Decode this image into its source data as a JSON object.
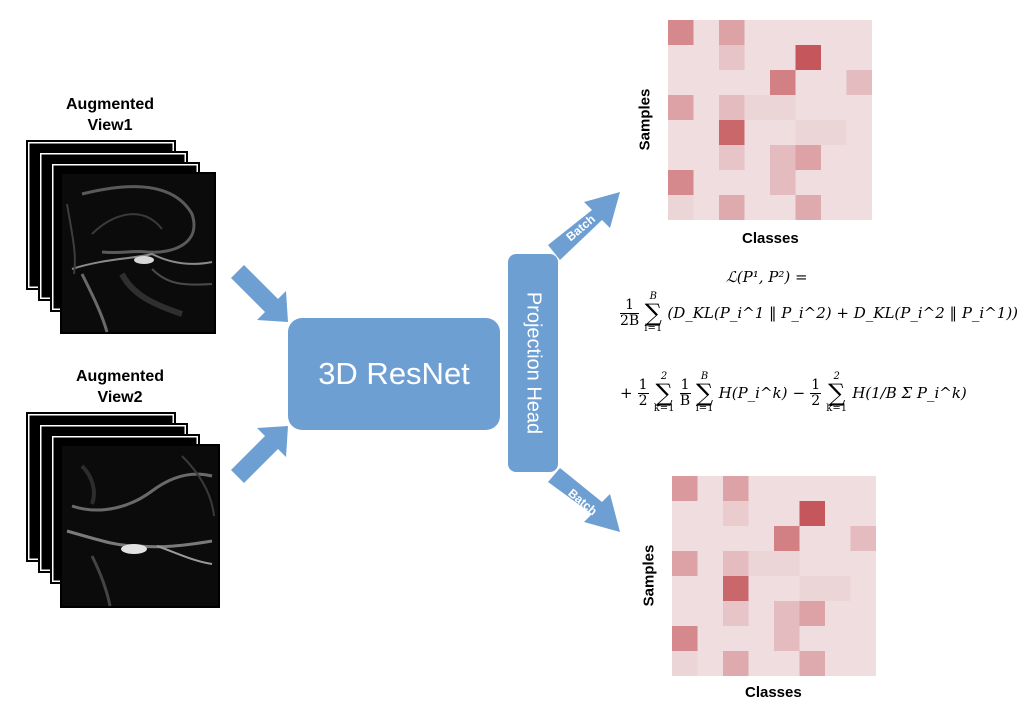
{
  "views": [
    {
      "label": "Augmented\nView1"
    },
    {
      "label": "Augmented\nView2"
    }
  ],
  "resnet_label": "3D ResNet",
  "projection_head_label": "Projection Head",
  "batch_labels": [
    "Batch",
    "Batch"
  ],
  "heatmaps": [
    {
      "xlabel": "Classes",
      "ylabel": "Samples",
      "cells": [
        [
          0.6,
          0.1,
          0.45,
          0.1,
          0.1,
          0.1,
          0.1,
          0.1
        ],
        [
          0.1,
          0.1,
          0.25,
          0.1,
          0.1,
          0.9,
          0.1,
          0.1
        ],
        [
          0.1,
          0.1,
          0.1,
          0.1,
          0.65,
          0.1,
          0.1,
          0.3
        ],
        [
          0.45,
          0.1,
          0.3,
          0.15,
          0.15,
          0.1,
          0.1,
          0.1
        ],
        [
          0.1,
          0.1,
          0.8,
          0.1,
          0.1,
          0.15,
          0.15,
          0.1
        ],
        [
          0.1,
          0.1,
          0.25,
          0.1,
          0.3,
          0.45,
          0.1,
          0.1
        ],
        [
          0.6,
          0.1,
          0.1,
          0.1,
          0.3,
          0.1,
          0.1,
          0.1
        ],
        [
          0.15,
          0.1,
          0.4,
          0.1,
          0.1,
          0.4,
          0.1,
          0.1
        ]
      ]
    },
    {
      "xlabel": "Classes",
      "ylabel": "Samples",
      "cells": [
        [
          0.5,
          0.1,
          0.45,
          0.1,
          0.1,
          0.1,
          0.1,
          0.1
        ],
        [
          0.1,
          0.1,
          0.2,
          0.1,
          0.1,
          0.9,
          0.1,
          0.1
        ],
        [
          0.1,
          0.1,
          0.1,
          0.1,
          0.65,
          0.1,
          0.1,
          0.3
        ],
        [
          0.45,
          0.1,
          0.3,
          0.15,
          0.15,
          0.1,
          0.1,
          0.1
        ],
        [
          0.1,
          0.1,
          0.8,
          0.1,
          0.1,
          0.15,
          0.15,
          0.1
        ],
        [
          0.1,
          0.1,
          0.25,
          0.1,
          0.3,
          0.45,
          0.1,
          0.1
        ],
        [
          0.6,
          0.1,
          0.1,
          0.1,
          0.3,
          0.1,
          0.1,
          0.1
        ],
        [
          0.15,
          0.1,
          0.4,
          0.1,
          0.1,
          0.4,
          0.1,
          0.1
        ]
      ]
    }
  ],
  "formula": {
    "lhs": "ℒ(P¹, P²) =",
    "frac1_num": "1",
    "frac1_den": "2B",
    "sum_upper": "B",
    "sum_lower": "i=1",
    "kl_terms": "(D_KL(P_i^1 ‖ P_i^2) + D_KL(P_i^2 ‖ P_i^1))",
    "line2_plus": "+",
    "half_num": "1",
    "half_den": "2",
    "sum_k_upper": "2",
    "sum_k_lower": "k=1",
    "inv_b_num": "1",
    "inv_b_den": "B",
    "entropy_term": "H(P_i^k)",
    "minus": "−",
    "entropy_mean_term": "H(1/B Σ P_i^k)"
  },
  "colors": {
    "accent_blue": "#6e9fd3",
    "heat_max": "#c0454a",
    "heat_min": "#f4eef0"
  }
}
